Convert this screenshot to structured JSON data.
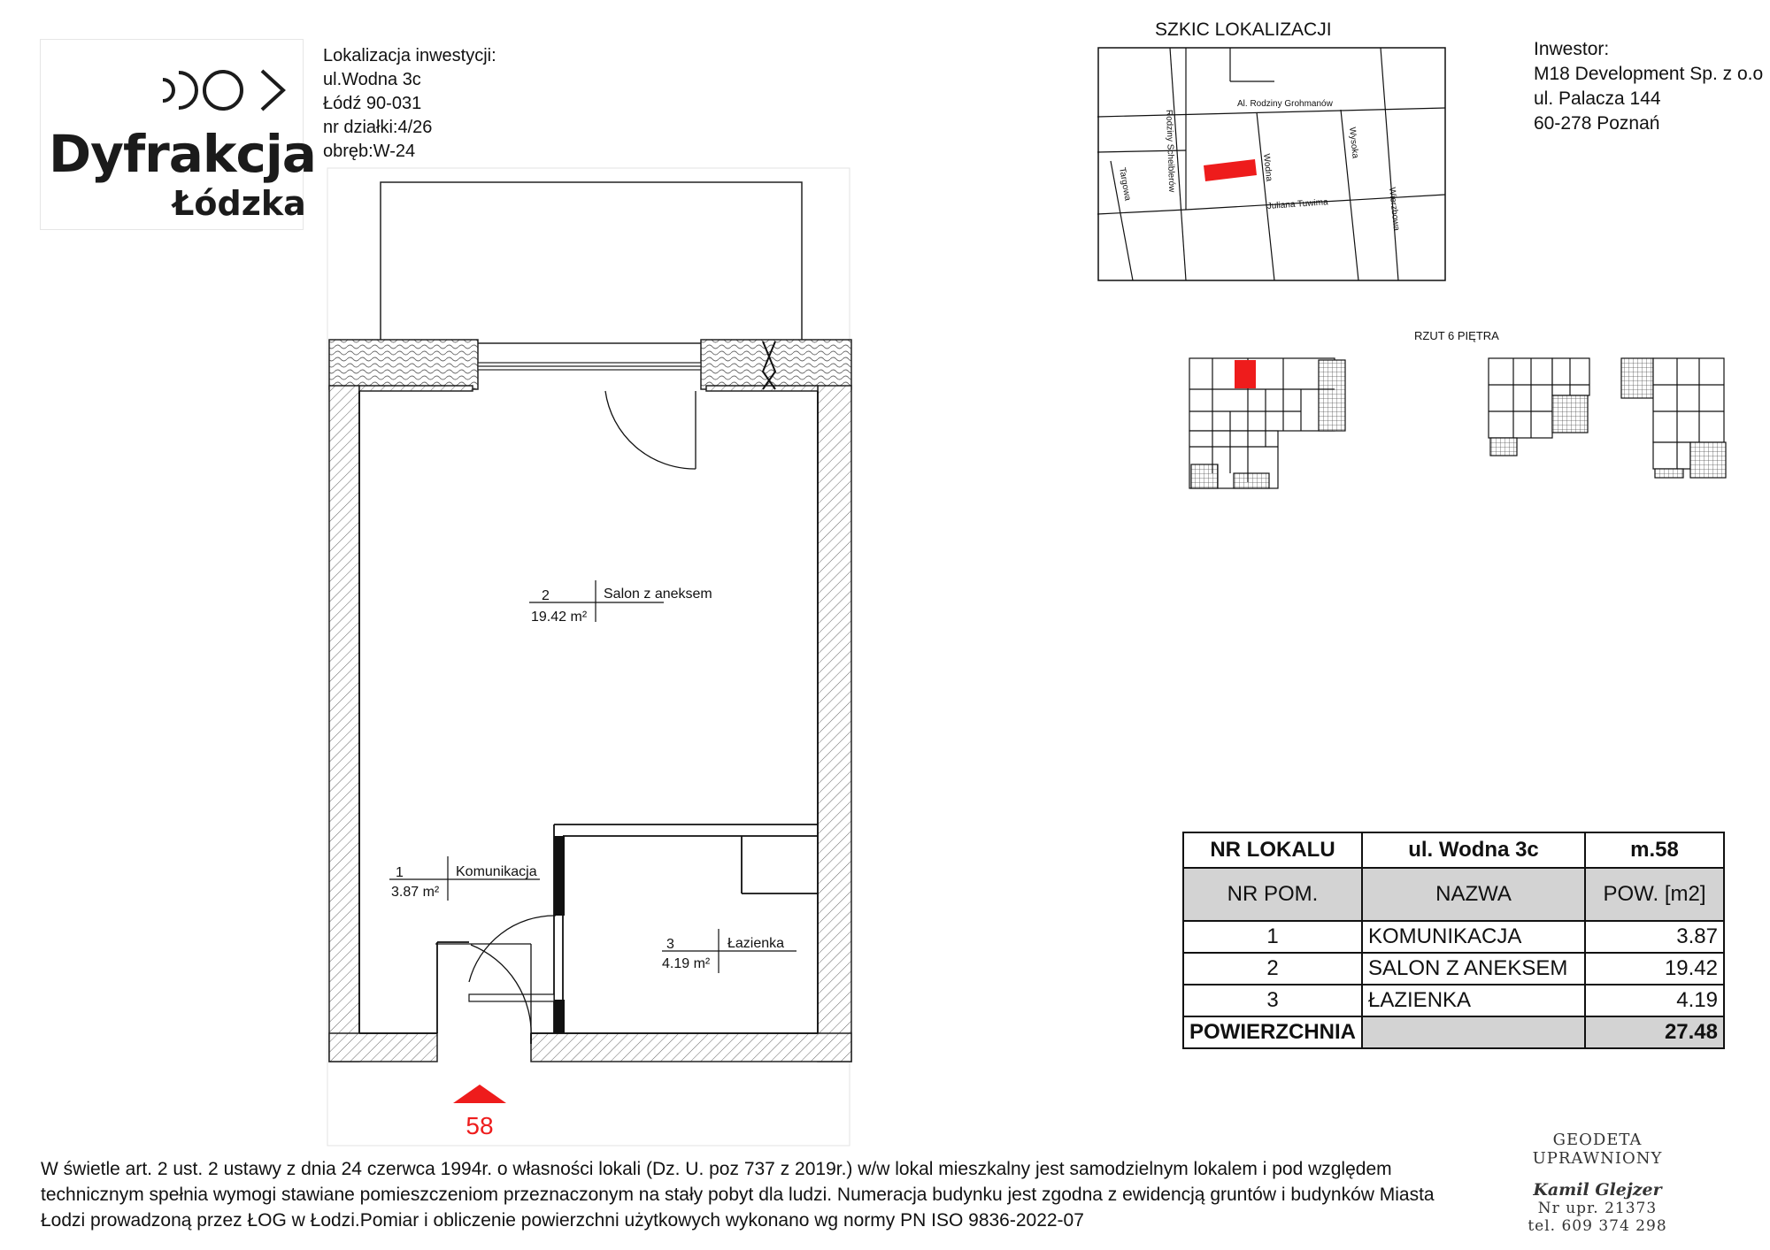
{
  "logo": {
    "title": "Dyfrakcja",
    "subtitle": "Łódzka"
  },
  "location": {
    "label": "Lokalizacja inwestycji:",
    "street": "ul.Wodna 3c",
    "city": "Łódź 90-031",
    "plot": "nr działki:4/26",
    "precinct": "obręb:W-24"
  },
  "investor": {
    "label": "Inwestor:",
    "company": "M18 Development Sp. z o.o",
    "street": "ul. Palacza 144",
    "city": "60-278 Poznań"
  },
  "sketch": {
    "title": "SZKIC LOKALIZACJI",
    "streets": {
      "grohmanow": "Al. Rodziny Grohmanów",
      "scheiblerow": "Rodziny Scheiblerów",
      "targowa": "Targowa",
      "wodna": "Wodna",
      "wysoka": "Wysoka",
      "tuwima": "Juliana Tuwima",
      "wierzbowa": "Wierzbowa"
    }
  },
  "floor_plan_title": "RZUT 6 PIĘTRA",
  "rooms": [
    {
      "nr": "1",
      "name": "Komunikacja",
      "area": "3.87 m²"
    },
    {
      "nr": "2",
      "name": "Salon z aneksem",
      "area": "19.42 m²"
    },
    {
      "nr": "3",
      "name": "Łazienka",
      "area": "4.19 m²"
    }
  ],
  "entrance_number": "58",
  "table": {
    "header": {
      "label": "NR LOKALU",
      "address": "ul. Wodna 3c",
      "unit": "m.58"
    },
    "columns": {
      "nr": "NR  POM.",
      "name": "NAZWA",
      "area": "POW. [m2]"
    },
    "rows": [
      {
        "nr": "1",
        "name": "KOMUNIKACJA",
        "area": "3.87"
      },
      {
        "nr": "2",
        "name": "SALON Z ANEKSEM",
        "area": "19.42"
      },
      {
        "nr": "3",
        "name": "ŁAZIENKA",
        "area": "4.19"
      }
    ],
    "total": {
      "label": "POWIERZCHNIA",
      "value": "27.48"
    }
  },
  "legal": {
    "line1": "W świetle art. 2 ust. 2 ustawy z dnia 24 czerwca 1994r. o własności lokali (Dz. U. poz 737 z 2019r.) w/w lokal mieszkalny  jest samodzielnym lokalem i pod względem",
    "line2": "technicznym spełnia wymogi stawiane pomieszczeniom przeznaczonym na  stały pobyt  dla ludzi.  Numeracja budynku jest zgodna z ewidencją gruntów i budynków Miasta",
    "line3": "Łodzi prowadzoną przez ŁOG w Łodzi.Pomiar i obliczenie powierzchni użytkowych wykonano wg normy PN ISO 9836-2022-07"
  },
  "stamp": {
    "title": "GEODETA UPRAWNIONY",
    "name": "Kamil Glejzer",
    "license": "Nr upr. 21373",
    "phone": "tel. 609 374 298"
  },
  "colors": {
    "highlight": "#ee1c1c",
    "table_header_bg": "#d3d3d3",
    "ink": "#111111"
  }
}
